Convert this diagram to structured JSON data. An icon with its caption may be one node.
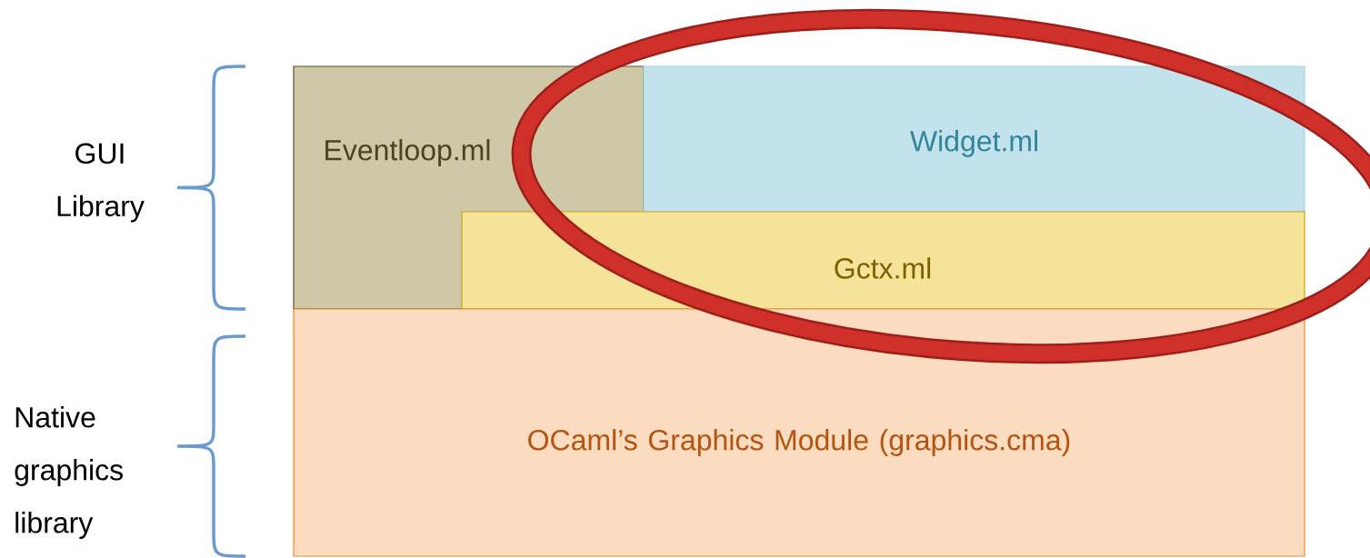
{
  "diagram": {
    "nodes": [
      {
        "text": [
          "Eventloop.ml"
        ]
      },
      {
        "text": [
          "Widget.ml"
        ]
      },
      {
        "text": [
          "Gctx.ml"
        ]
      },
      {
        "text": [
          "OCaml’s Graphics Module (graphics.cma)"
        ]
      }
    ],
    "labels": [
      "GUI Library",
      "Native graphics library"
    ]
  }
}
